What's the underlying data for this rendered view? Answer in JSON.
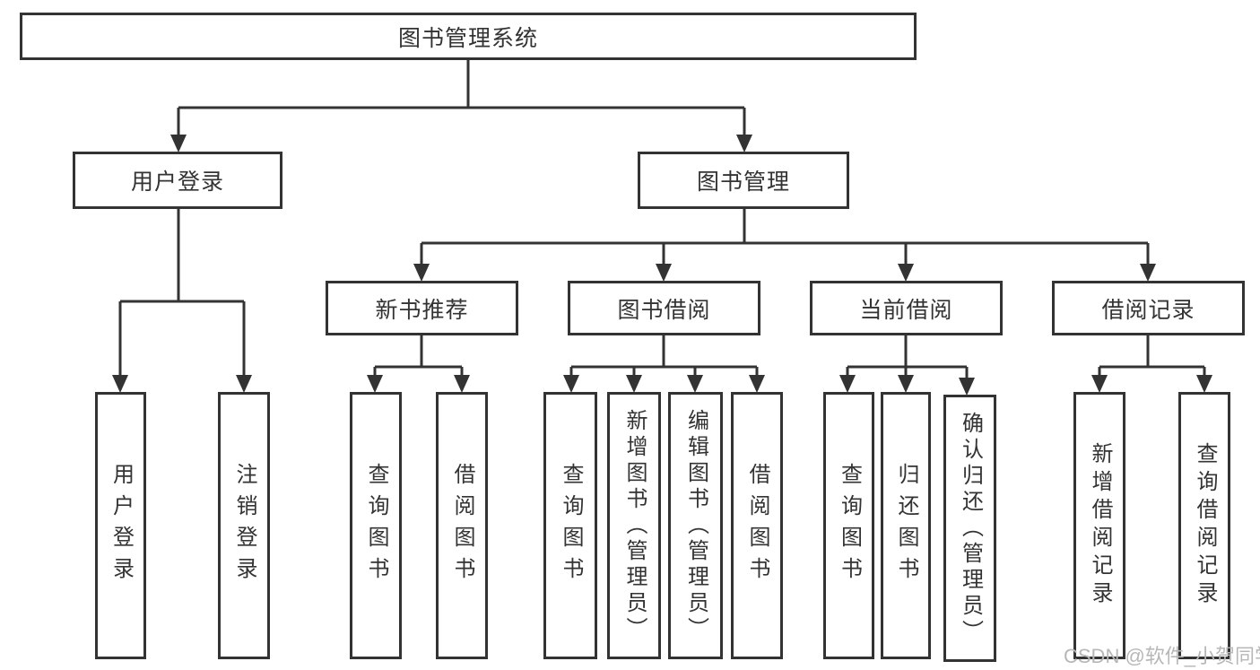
{
  "root": {
    "label": "图书管理系统"
  },
  "user_login": {
    "label": "用户登录",
    "children": [
      {
        "label": "用户登录"
      },
      {
        "label": "注销登录"
      }
    ]
  },
  "book_management": {
    "label": "图书管理",
    "groups": [
      {
        "label": "新书推荐",
        "children": [
          {
            "label": "查询图书"
          },
          {
            "label": "借阅图书"
          }
        ]
      },
      {
        "label": "图书借阅",
        "children": [
          {
            "label": "查询图书"
          },
          {
            "label": "新增图书（管理员）"
          },
          {
            "label": "编辑图书（管理员）"
          },
          {
            "label": "借阅图书"
          }
        ]
      },
      {
        "label": "当前借阅",
        "children": [
          {
            "label": "查询图书"
          },
          {
            "label": "归还图书"
          },
          {
            "label": "确认归还（管理员）"
          }
        ]
      },
      {
        "label": "借阅记录",
        "children": [
          {
            "label": "新增借阅记录"
          },
          {
            "label": "查询借阅记录"
          }
        ]
      }
    ]
  },
  "watermark": "CSDN @软件_小贺同学",
  "colors": {
    "line": "#333333",
    "box_border": "#333333",
    "box_background": "#ffffff",
    "text": "#333333",
    "watermark": "#b7b7b7",
    "page_background": "#ffffff"
  }
}
